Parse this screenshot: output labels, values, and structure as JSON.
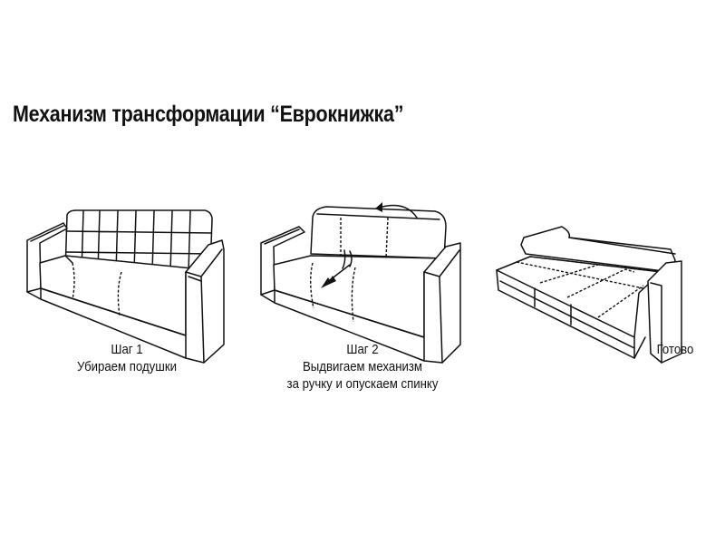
{
  "title": "Механизм трансформации “Еврокнижка”",
  "steps": [
    {
      "heading": "Шаг 1",
      "lines": [
        "Убираем подушки"
      ]
    },
    {
      "heading": "Шаг 2",
      "lines": [
        "Выдвигаем механизм",
        "за ручку и опускаем спинку"
      ]
    },
    {
      "heading": "Готово",
      "lines": []
    }
  ]
}
